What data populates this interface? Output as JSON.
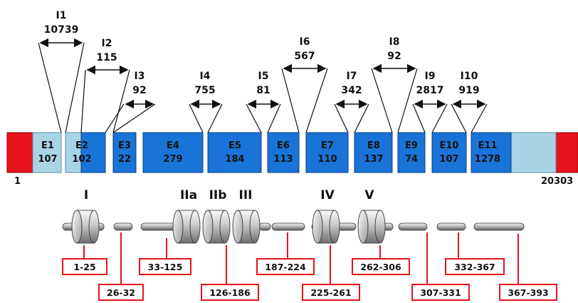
{
  "coords": {
    "start": "1",
    "end": "20303"
  },
  "exons": [
    {
      "label": "E1",
      "size": "107"
    },
    {
      "label": "E2",
      "size": "102"
    },
    {
      "label": "E3",
      "size": "22"
    },
    {
      "label": "E4",
      "size": "279"
    },
    {
      "label": "E5",
      "size": "184"
    },
    {
      "label": "E6",
      "size": "113"
    },
    {
      "label": "E7",
      "size": "110"
    },
    {
      "label": "E8",
      "size": "137"
    },
    {
      "label": "E9",
      "size": "74"
    },
    {
      "label": "E10",
      "size": "107"
    },
    {
      "label": "E11",
      "size": "1278"
    }
  ],
  "introns": [
    {
      "label": "I1",
      "size": "10739"
    },
    {
      "label": "I2",
      "size": "115"
    },
    {
      "label": "I3",
      "size": "92"
    },
    {
      "label": "I4",
      "size": "755"
    },
    {
      "label": "I5",
      "size": "81"
    },
    {
      "label": "I6",
      "size": "567"
    },
    {
      "label": "I7",
      "size": "342"
    },
    {
      "label": "I8",
      "size": "92"
    },
    {
      "label": "I9",
      "size": "2817"
    },
    {
      "label": "I10",
      "size": "919"
    }
  ],
  "domains": [
    "I",
    "IIa",
    "IIb",
    "III",
    "IV",
    "V"
  ],
  "ranges": [
    "1-25",
    "26-32",
    "33-125",
    "126-186",
    "187-224",
    "225-261",
    "262-306",
    "307-331",
    "332-367",
    "367-393"
  ],
  "colors": {
    "utr": "#e8121b",
    "noncoding": "#a8d4e6",
    "coding": "#1a73d6",
    "range_box": "#e8121b"
  }
}
